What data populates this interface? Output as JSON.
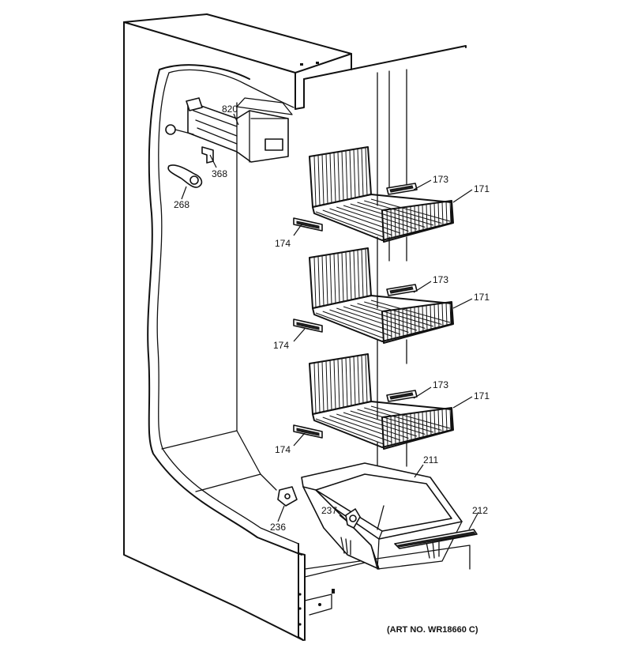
{
  "diagram": {
    "labels": {
      "p820": "820",
      "p368": "368",
      "p268": "268",
      "p173a": "173",
      "p171a": "171",
      "p174a": "174",
      "p173b": "173",
      "p171b": "171",
      "p174b": "174",
      "p173c": "173",
      "p171c": "171",
      "p174c": "174",
      "p211": "211",
      "p237": "237",
      "p212": "212",
      "p236": "236"
    },
    "art_number": "(ART NO. WR18660 C)"
  }
}
